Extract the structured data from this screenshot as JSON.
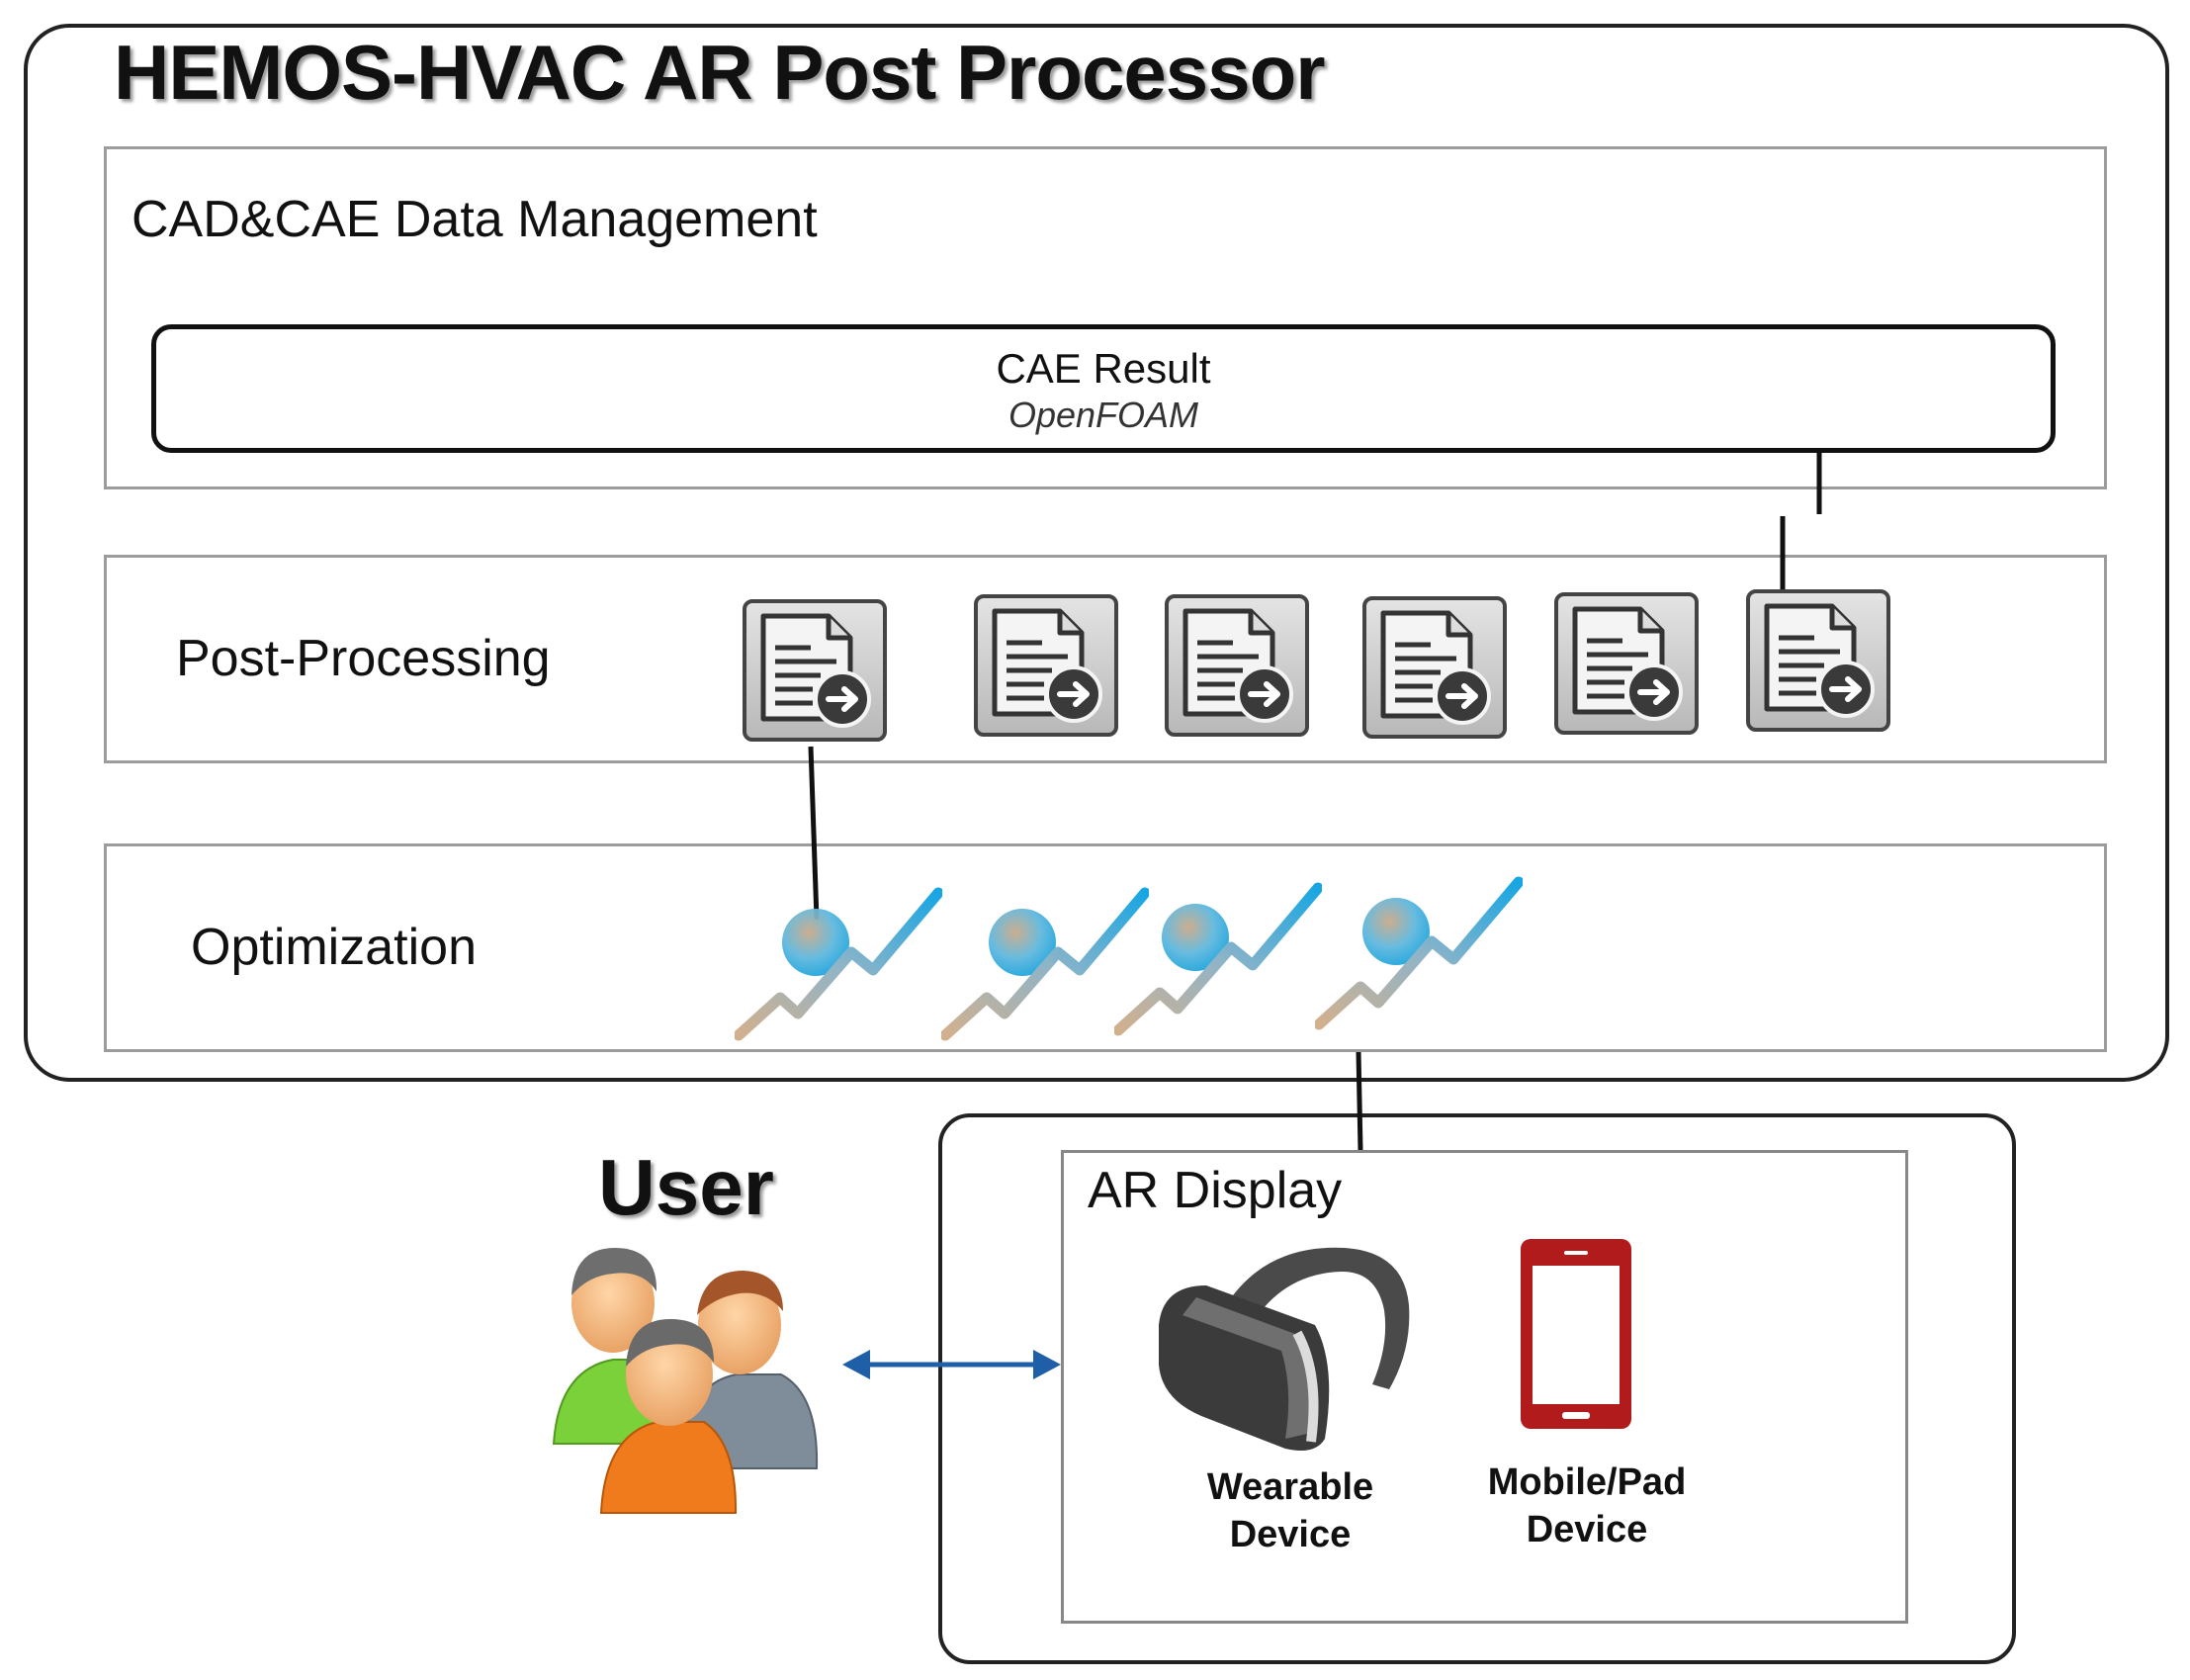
{
  "title": "HEMOS-HVAC AR Post Processor",
  "cad_section": {
    "label": "CAD&CAE Data Management",
    "cae_result": {
      "title": "CAE Result",
      "subtitle": "OpenFOAM"
    }
  },
  "post_section": {
    "label": "Post-Processing",
    "document_icon": "document-export-icon",
    "document_count": 6
  },
  "opt_section": {
    "label": "Optimization",
    "trend_icon": "trend-chart-icon",
    "trend_count": 4
  },
  "user": {
    "label": "User",
    "icon": "user-group-icon"
  },
  "ar_display": {
    "label": "AR Display",
    "wearable": {
      "label": "Wearable Device",
      "line1": "Wearable",
      "line2": "Device",
      "icon": "vr-headset-icon"
    },
    "mobile": {
      "label": "Mobile/Pad Device",
      "line1": "Mobile/Pad",
      "line2": "Device",
      "icon": "smartphone-icon"
    }
  },
  "colors": {
    "trend_blue": "#1aa3dc",
    "trend_tan": "#c9a98a",
    "arrow_blue": "#1f5fa8",
    "phone_red": "#b21b1b",
    "person_green": "#7bd13a",
    "person_orange": "#f07b1c",
    "person_gray": "#7f8c99"
  }
}
